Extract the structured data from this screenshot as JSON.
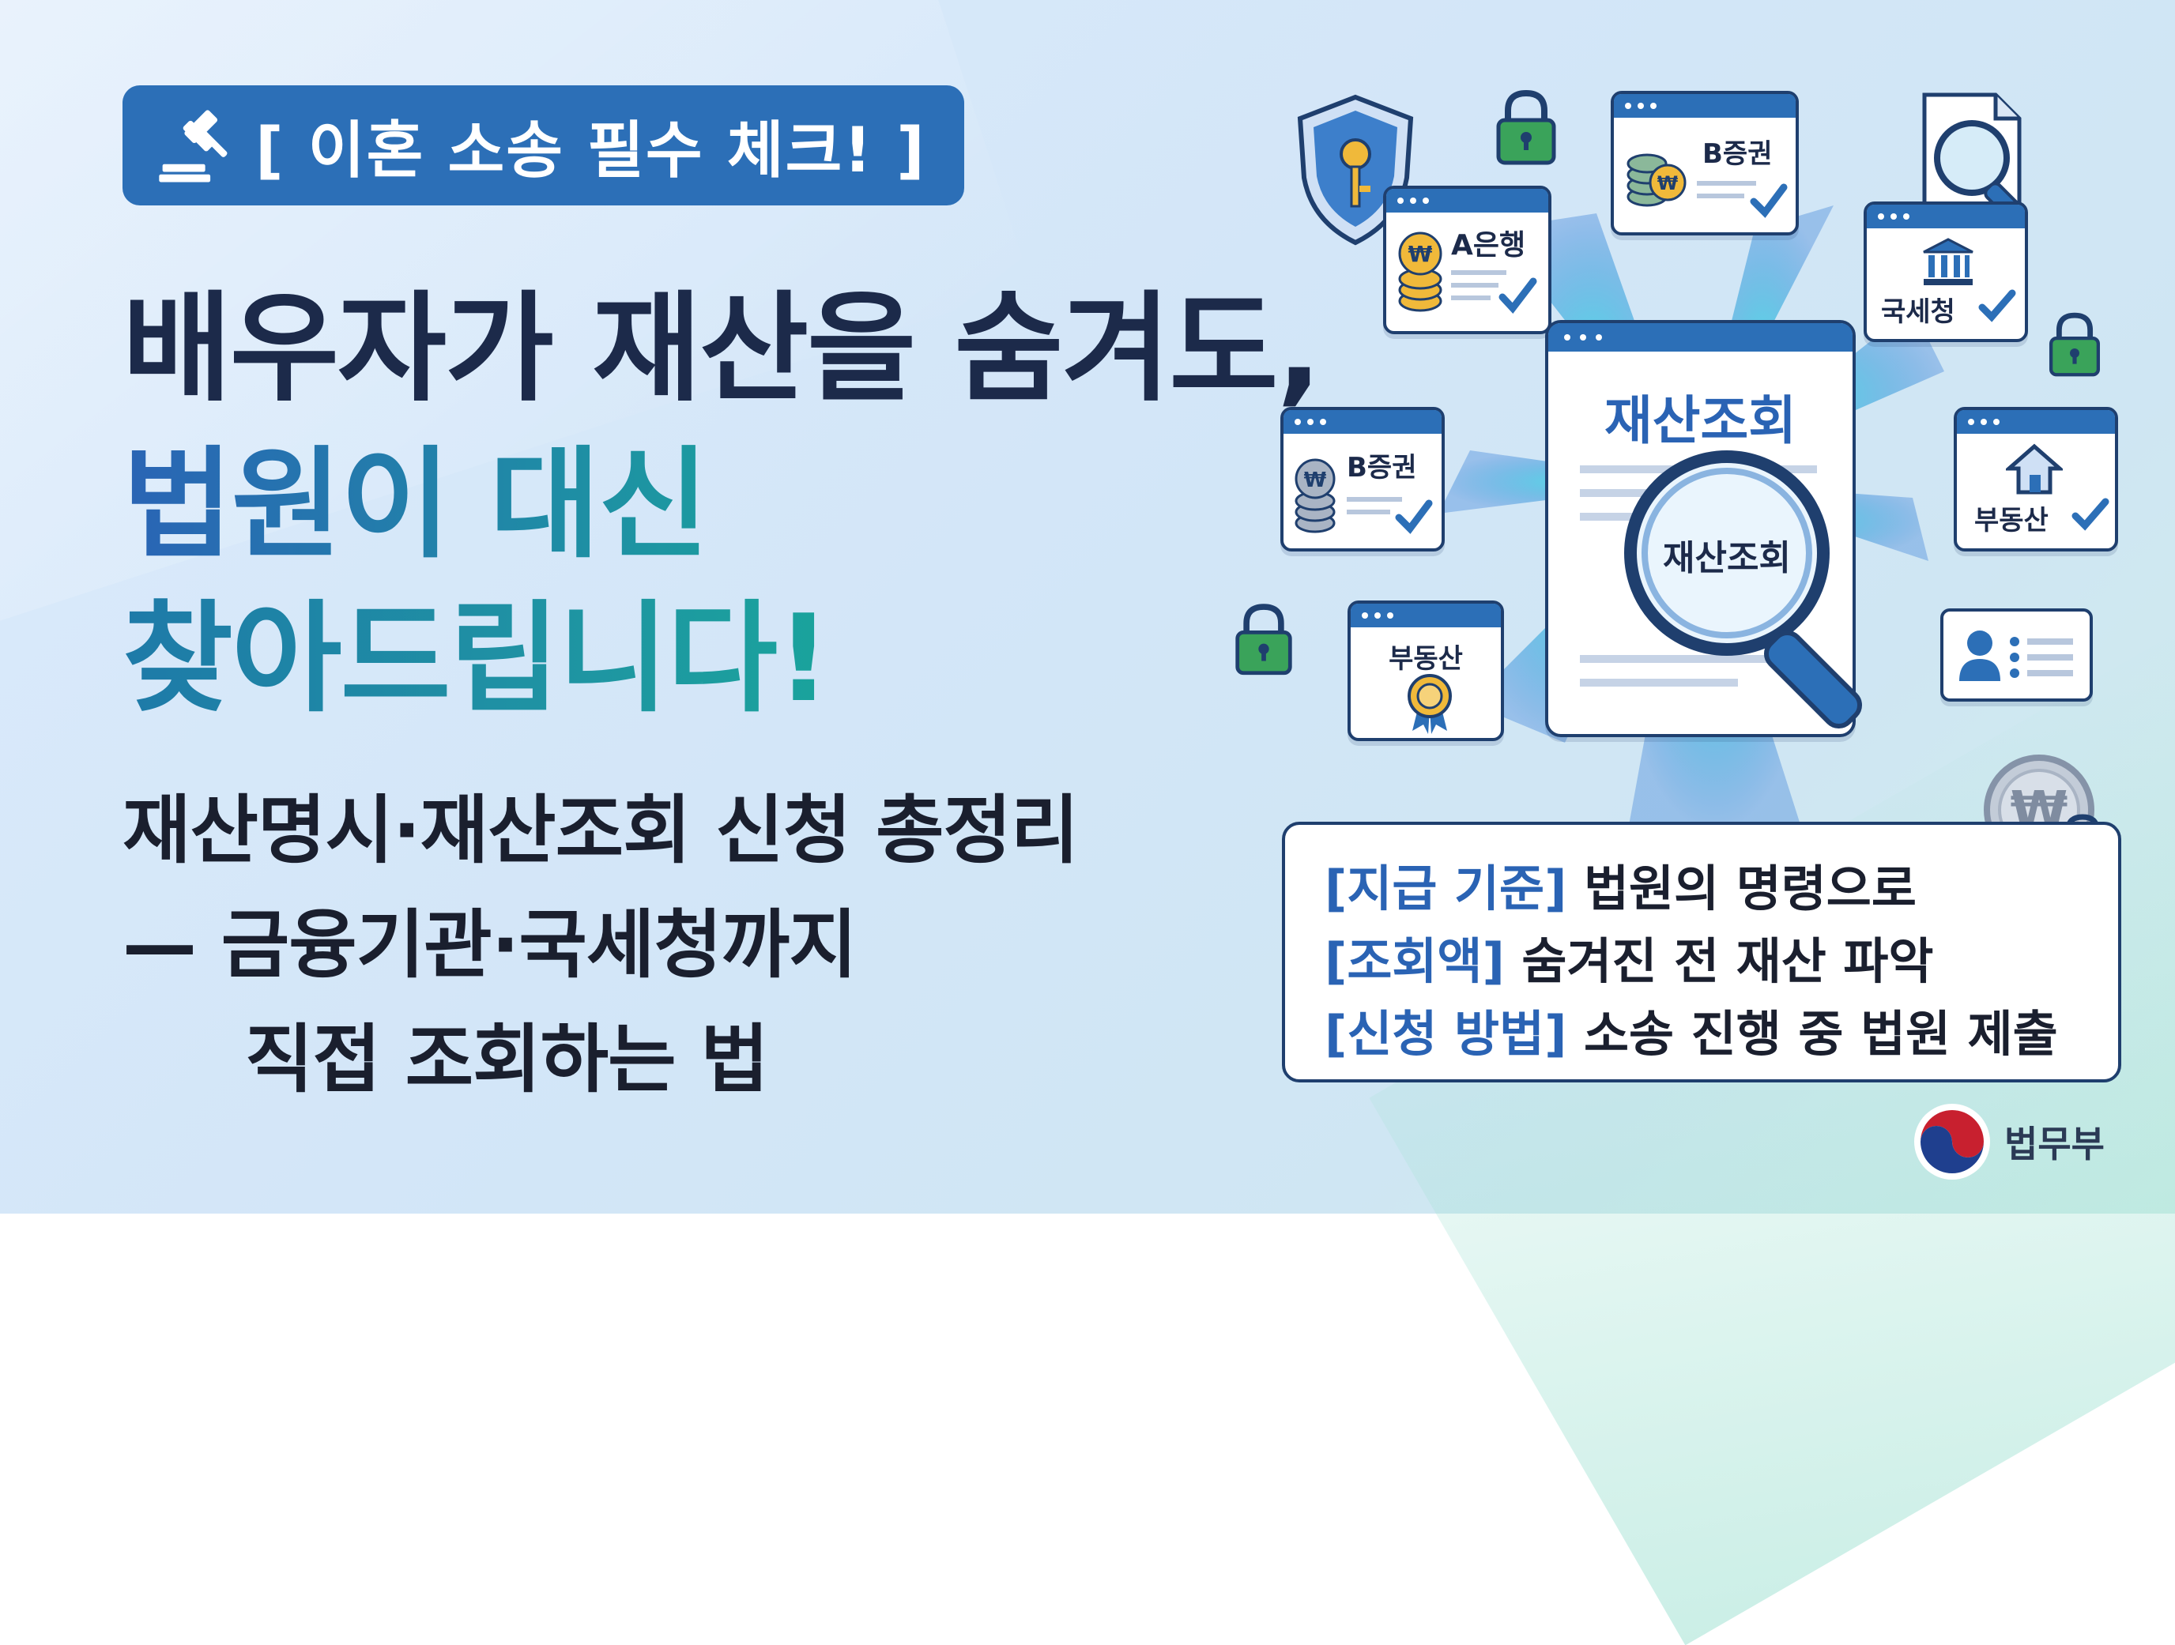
{
  "badge": {
    "text": "[ 이혼 소송 필수 체크! ]",
    "icon": "gavel-icon"
  },
  "headline": {
    "line1": "배우자가 재산을 숨겨도,",
    "line2": "법원이 대신",
    "line3": "찾아드립니다!"
  },
  "subheadline": {
    "line1": "재산명시·재산조회 신청 총정리",
    "line2": "— 금융기관·국세청까지",
    "line3": "직접 조회하는 법"
  },
  "illustration": {
    "center_title": "재산조회",
    "lens_label": "재산조회",
    "cards": {
      "bank_a": "A은행",
      "securities_top": "B증권",
      "securities_left": "B증권",
      "nts": "국세청",
      "realestate_right": "부동산",
      "realestate_left": "부동산"
    },
    "icons": [
      "shield-key-icon",
      "lock-icon",
      "document-search-icon",
      "coin-icon",
      "bank-icon",
      "house-icon",
      "certificate-seal-icon",
      "user-profile-icon",
      "won-coin-icon",
      "check-icon"
    ]
  },
  "info_box": {
    "rows": [
      {
        "tag": "[지급 기준]",
        "text": " 법원의 명령으로"
      },
      {
        "tag": "[조회액]",
        "text": " 숨겨진 전 재산 파악"
      },
      {
        "tag": "[신청 방법]",
        "text": " 소송 진행 중 법원 제출"
      }
    ]
  },
  "footer": {
    "ministry": "법무부"
  },
  "colors": {
    "brand_blue": "#2c6fb7",
    "navy": "#1c2a4a",
    "teal": "#1aa39c",
    "lock_green": "#3aa35a",
    "gold": "#e0a62a"
  }
}
